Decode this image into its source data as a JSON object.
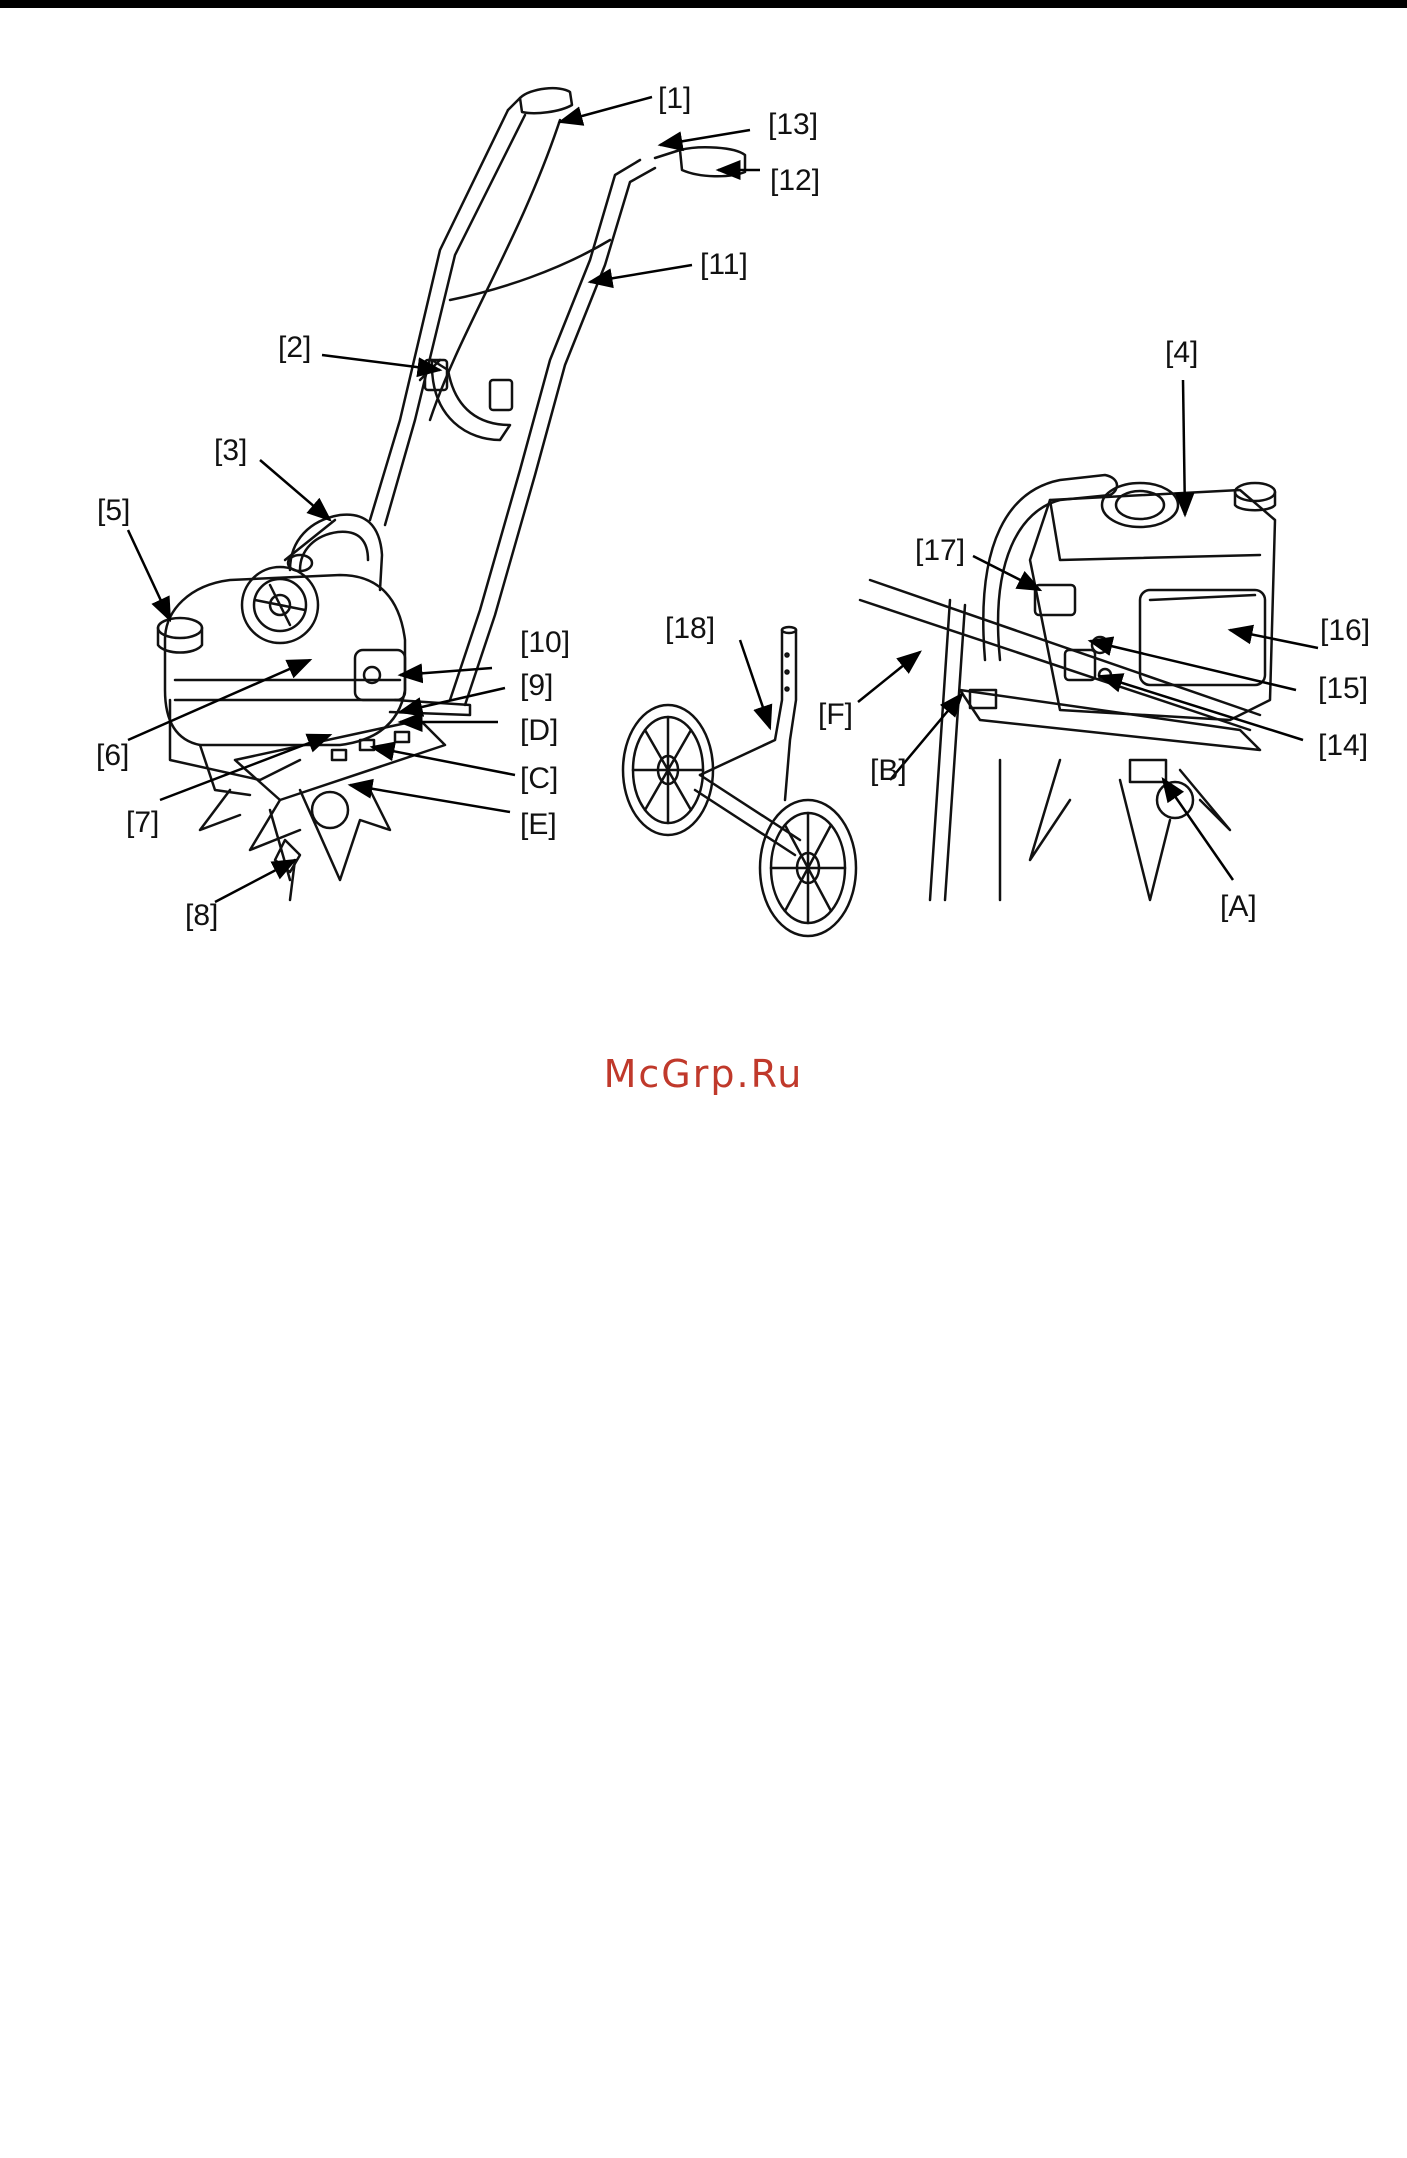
{
  "figure": {
    "labels": {
      "l1": "[1]",
      "l2": "[2]",
      "l3": "[3]",
      "l4": "[4]",
      "l5": "[5]",
      "l6": "[6]",
      "l7": "[7]",
      "l8": "[8]",
      "l9": "[9]",
      "l10": "[10]",
      "l11": "[11]",
      "l12": "[12]",
      "l13": "[13]",
      "l14": "[14]",
      "l15": "[15]",
      "l16": "[16]",
      "l17": "[17]",
      "l18": "[18]",
      "lA": "[A]",
      "lB": "[B]",
      "lC": "[C]",
      "lD": "[D]",
      "lE": "[E]",
      "lF": "[F]"
    }
  },
  "watermark": {
    "text": "McGrp.Ru",
    "color": "#c0392b"
  }
}
